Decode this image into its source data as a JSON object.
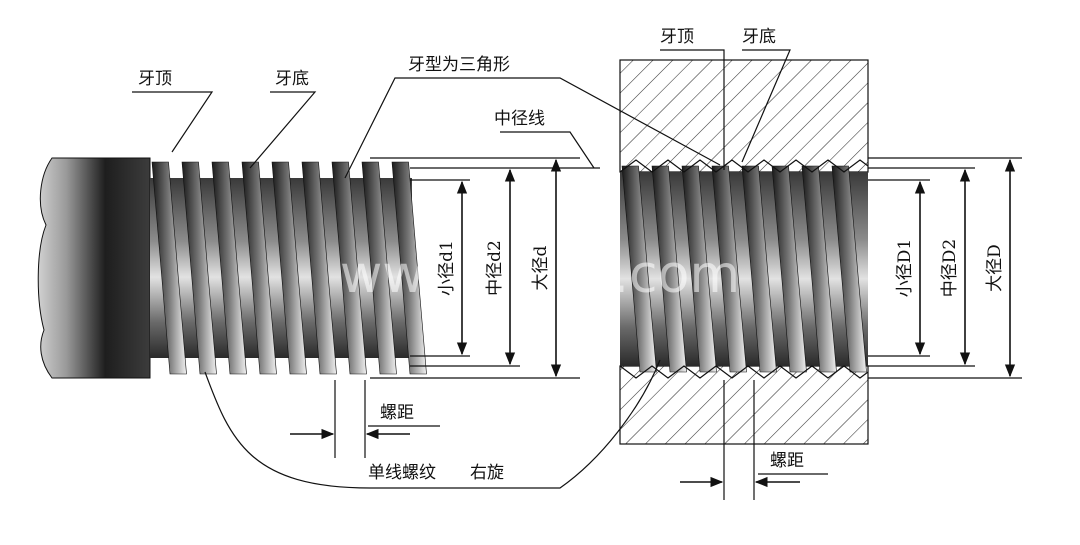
{
  "labels": {
    "crest_left": "牙顶",
    "root_left": "牙底",
    "thread_profile": "牙型为三角形",
    "pitch_diameter_line": "中径线",
    "crest_right": "牙顶",
    "root_right": "牙底",
    "pitch_left": "螺距",
    "pitch_right": "螺距",
    "single_thread": "单线螺纹",
    "right_hand": "右旋",
    "d1": "小径d1",
    "d2": "中径d2",
    "d": "大径d",
    "D1": "小径D1",
    "D2": "中径D2",
    "D": "大径D"
  },
  "watermark": "www.zcmv.com",
  "colors": {
    "ink": "#111111",
    "metal_dark": "#2a2a2a",
    "metal_light": "#d8d8d8",
    "hatch": "#333333"
  }
}
